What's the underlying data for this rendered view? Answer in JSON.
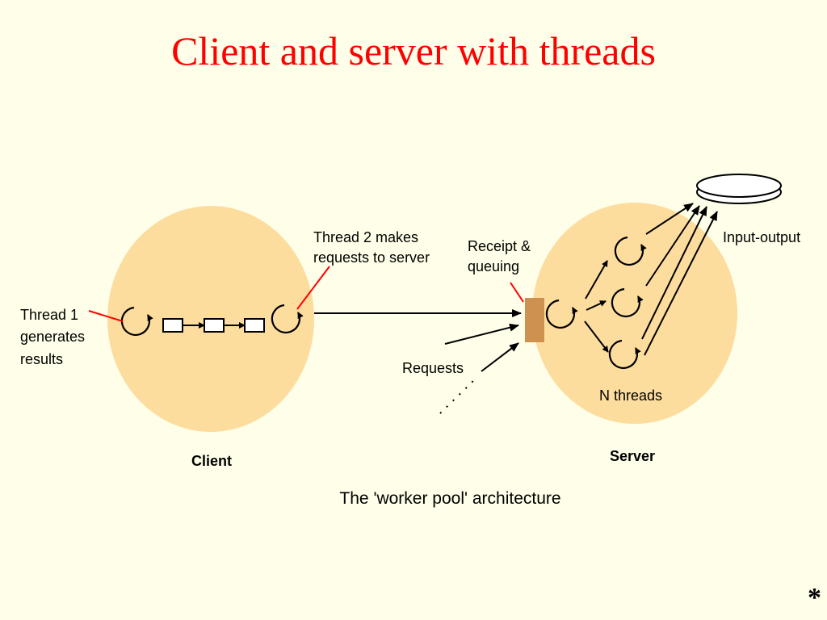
{
  "slide": {
    "title": "Client and server with threads",
    "caption": "The 'worker pool' architecture",
    "footer_mark": "*"
  },
  "labels": {
    "thread1_line1": "Thread 1",
    "thread1_line2": "generates",
    "thread1_line3": "results",
    "thread2_line1": "Thread 2 makes",
    "thread2_line2": "requests to server",
    "receipt_line1": "Receipt &",
    "receipt_line2": "queuing",
    "input_output": "Input-output",
    "requests": "Requests",
    "n_threads": "N threads",
    "client": "Client",
    "server": "Server"
  },
  "colors": {
    "title": "#FF0000",
    "background": "#FFFEE8",
    "node_fill": "#FDDD9E",
    "queue_fill": "#CF9150",
    "callout_line": "#FF0000"
  },
  "icons": [
    "thread-loop-icon",
    "buffer-box-icon",
    "disk-icon",
    "arrow-icon"
  ]
}
